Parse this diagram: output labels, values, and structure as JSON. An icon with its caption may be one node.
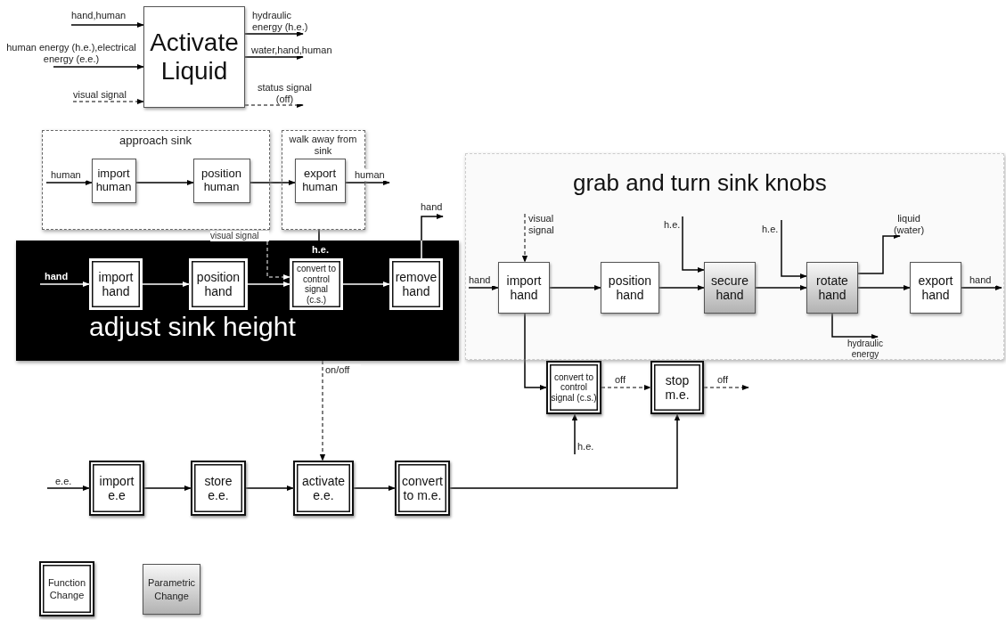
{
  "diagram": {
    "nodes": [
      {
        "text": [
          "Activate Liquid"
        ]
      },
      {
        "text": [
          "approach sink"
        ]
      },
      {
        "text": [
          "import human"
        ],
        "in": 1
      },
      {
        "text": [
          "position human"
        ],
        "in": 1
      },
      {
        "text": [
          "walk away from sink"
        ]
      },
      {
        "text": [
          "export human"
        ],
        "in": 4
      },
      {
        "text": [
          "adjust sink height"
        ]
      },
      {
        "text": [
          "import hand"
        ],
        "in": 6
      },
      {
        "text": [
          "position hand"
        ],
        "in": 6
      },
      {
        "text": [
          "convert to control signal (c.s.)"
        ],
        "in": 6
      },
      {
        "text": [
          "remove hand"
        ],
        "in": 6
      },
      {
        "text": [
          "grab and turn sink knobs"
        ]
      },
      {
        "text": [
          "import hand"
        ],
        "in": 11
      },
      {
        "text": [
          "position hand"
        ],
        "in": 11
      },
      {
        "text": [
          "secure hand"
        ],
        "in": 11
      },
      {
        "text": [
          "rotate hand"
        ],
        "in": 11
      },
      {
        "text": [
          "export hand"
        ],
        "in": 11
      },
      {
        "text": [
          "convert to control signal (c.s.)"
        ]
      },
      {
        "text": [
          "stop m.e."
        ]
      },
      {
        "text": [
          "import e.e"
        ]
      },
      {
        "text": [
          "store e.e."
        ]
      },
      {
        "text": [
          "activate e.e."
        ]
      },
      {
        "text": [
          "convert to m.e."
        ]
      }
    ],
    "edges": [
      {
        "from": null,
        "to": 0,
        "arrow": "to",
        "label": "hand,human"
      },
      {
        "from": null,
        "to": 0,
        "arrow": "to",
        "label": "human energy (h.e.),electrical energy (e.e.)"
      },
      {
        "from": null,
        "to": 0,
        "arrow": "to",
        "label": "visual signal",
        "style": "dashed"
      },
      {
        "from": 0,
        "to": null,
        "arrow": "to",
        "label": "hydraulic energy (h.e.)"
      },
      {
        "from": 0,
        "to": null,
        "arrow": "to",
        "label": "water,hand,human"
      },
      {
        "from": 0,
        "to": null,
        "arrow": "to",
        "label": "status signal (off)",
        "style": "dashed"
      },
      {
        "from": null,
        "to": 2,
        "arrow": "to",
        "label": "human"
      },
      {
        "from": 2,
        "to": 3,
        "arrow": "to"
      },
      {
        "from": 3,
        "to": 5,
        "arrow": "to"
      },
      {
        "from": 5,
        "to": null,
        "arrow": "to",
        "label": "human"
      },
      {
        "from": 4,
        "to": 6,
        "arrow": "none",
        "label": "h.e."
      },
      {
        "from": null,
        "to": 9,
        "arrow": "to",
        "label": "visual signal",
        "style": "dashed"
      },
      {
        "from": null,
        "to": 7,
        "arrow": "to",
        "label": "hand"
      },
      {
        "from": 7,
        "to": 8,
        "arrow": "to"
      },
      {
        "from": 8,
        "to": 9,
        "arrow": "to"
      },
      {
        "from": 9,
        "to": 10,
        "arrow": "to"
      },
      {
        "from": 10,
        "to": null,
        "arrow": "to",
        "label": "hand"
      },
      {
        "from": null,
        "to": 12,
        "arrow": "to",
        "label": "hand"
      },
      {
        "from": null,
        "to": 12,
        "arrow": "to",
        "label": "visual signal",
        "style": "dashed"
      },
      {
        "from": 12,
        "to": 13,
        "arrow": "to"
      },
      {
        "from": 13,
        "to": 14,
        "arrow": "to"
      },
      {
        "from": null,
        "to": 14,
        "arrow": "to",
        "label": "h.e."
      },
      {
        "from": 14,
        "to": 15,
        "arrow": "to"
      },
      {
        "from": null,
        "to": 15,
        "arrow": "to",
        "label": "h.e."
      },
      {
        "from": 15,
        "to": null,
        "arrow": "to",
        "label": "liquid (water)"
      },
      {
        "from": 15,
        "to": 16,
        "arrow": "to"
      },
      {
        "from": 15,
        "to": null,
        "arrow": "to",
        "label": "hydraulic energy"
      },
      {
        "from": 16,
        "to": null,
        "arrow": "to",
        "label": "hand"
      },
      {
        "from": 12,
        "to": 17,
        "arrow": "to"
      },
      {
        "from": null,
        "to": 17,
        "arrow": "to",
        "label": "h.e."
      },
      {
        "from": 17,
        "to": 18,
        "arrow": "to",
        "label": "off",
        "style": "dashed"
      },
      {
        "from": 18,
        "to": null,
        "arrow": "to",
        "label": "off",
        "style": "dashed"
      },
      {
        "from": 6,
        "to": 21,
        "arrow": "to",
        "label": "on/off",
        "style": "dashed"
      },
      {
        "from": null,
        "to": 19,
        "arrow": "to",
        "label": "e.e."
      },
      {
        "from": 19,
        "to": 20,
        "arrow": "to"
      },
      {
        "from": 20,
        "to": 21,
        "arrow": "to"
      },
      {
        "from": 21,
        "to": 22,
        "arrow": "to"
      },
      {
        "from": 22,
        "to": 18,
        "arrow": "to"
      }
    ],
    "legend": [
      {
        "text": "Function Change"
      },
      {
        "text": "Parametric Change"
      }
    ]
  }
}
